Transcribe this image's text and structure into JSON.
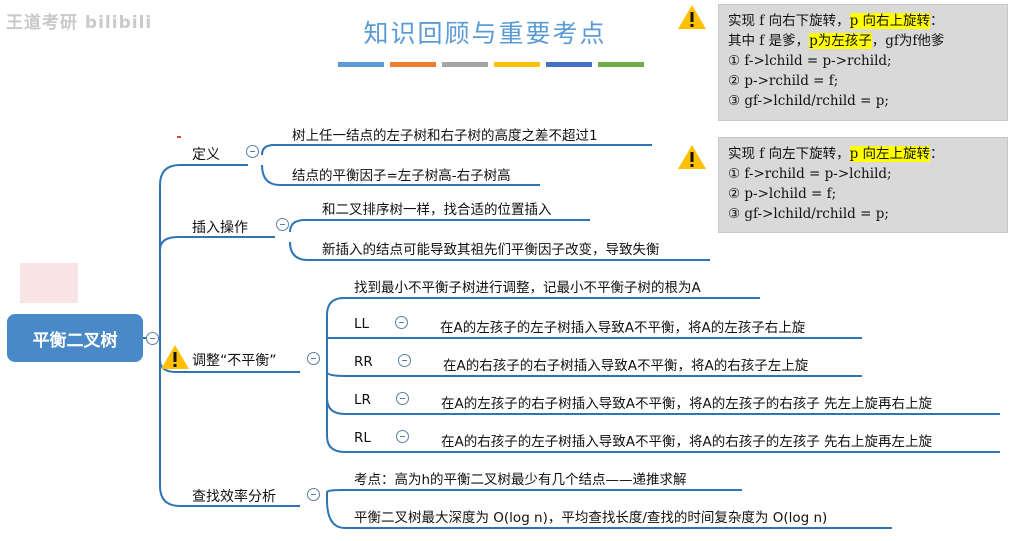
{
  "watermark": "王道考研 bilibili",
  "title": "知识回顾与重要考点",
  "title_bar_colors": [
    "#5b9bd5",
    "#ed7d31",
    "#a5a5a5",
    "#ffc000",
    "#4472c4",
    "#70ad47"
  ],
  "note_right_rotation": {
    "line1_prefix": "实现 f 向右下旋转，",
    "line1_highlight": "p 向右上旋转",
    "line1_suffix": "：",
    "line2_prefix": "其中 f 是爹，",
    "line2_highlight": "p为左孩子",
    "line2_suffix": "，gf为f他爹",
    "steps": [
      "① f->lchild = p->rchild;",
      "② p->rchild = f;",
      "③ gf->lchild/rchild = p;"
    ]
  },
  "note_left_rotation": {
    "line1_prefix": "实现 f 向左下旋转，",
    "line1_highlight": "p 向左上旋转",
    "line1_suffix": "：",
    "steps": [
      "① f->rchild = p->lchild;",
      "② p->lchild = f;",
      "③ gf->lchild/rchild = p;"
    ]
  },
  "root": "平衡二叉树",
  "branches": {
    "definition": {
      "label": "定义",
      "items": [
        "树上任一结点的左子树和右子树的高度之差不超过1",
        "结点的平衡因子=左子树高-右子树高"
      ]
    },
    "insert": {
      "label": "插入操作",
      "items": [
        "和二叉排序树一样，找合适的位置插入",
        "新插入的结点可能导致其祖先们平衡因子改变，导致失衡"
      ]
    },
    "adjust": {
      "label": "调整“不平衡”",
      "intro": "找到最小不平衡子树进行调整，记最小不平衡子树的根为A",
      "cases": [
        {
          "name": "LL",
          "desc": "在A的左孩子的左子树插入导致A不平衡，将A的左孩子右上旋"
        },
        {
          "name": "RR",
          "desc": "在A的右孩子的右子树插入导致A不平衡，将A的右孩子左上旋"
        },
        {
          "name": "LR",
          "desc": "在A的左孩子的右子树插入导致A不平衡，将A的左孩子的右孩子 先左上旋再右上旋"
        },
        {
          "name": "RL",
          "desc": "在A的右孩子的左子树插入导致A不平衡，将A的右孩子的左孩子 先右上旋再左上旋"
        }
      ]
    },
    "search": {
      "label": "查找效率分析",
      "items": [
        "考点：高为h的平衡二叉树最少有几个结点——递推求解",
        "平衡二叉树最大深度为 O(log n)，平均查找长度/查找的时间复杂度为 O(log n)"
      ]
    }
  },
  "colors": {
    "line": "#2e75b6",
    "root_fill": "#4a89c8",
    "note_bg": "#d9d9d9",
    "highlight": "#ffff00",
    "warning": "#ffc000"
  }
}
